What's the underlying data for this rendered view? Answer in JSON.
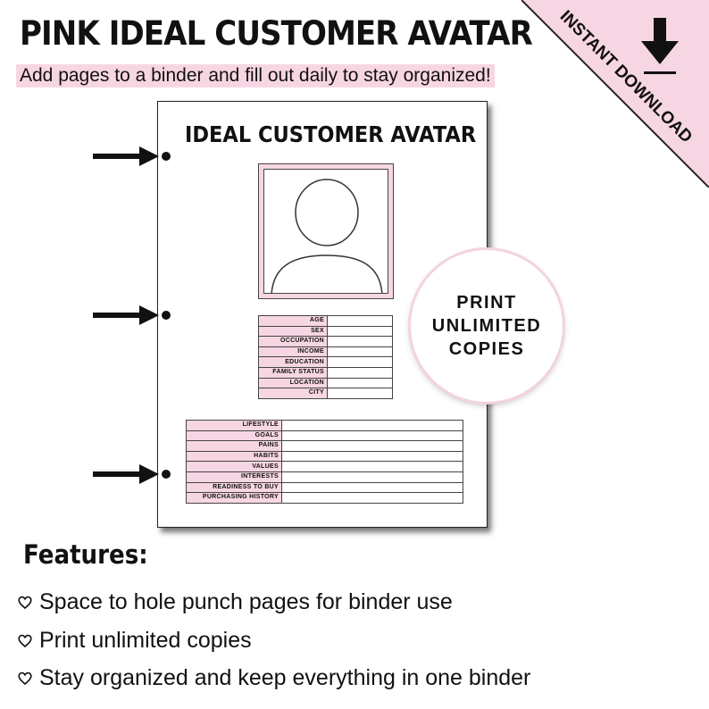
{
  "header": {
    "title": "PINK IDEAL CUSTOMER AVATAR",
    "subtitle": "Add pages to a binder and fill out daily to stay organized!"
  },
  "corner_banner": {
    "text": "INSTANT DOWNLOAD",
    "icon": "download-arrow-icon",
    "color": "#f7d6e3"
  },
  "sheet": {
    "title": "IDEAL CUSTOMER AVATAR",
    "info_fields": [
      "AGE",
      "SEX",
      "OCCUPATION",
      "INCOME",
      "EDUCATION",
      "FAMILY STATUS",
      "LOCATION",
      "CITY"
    ],
    "detail_fields": [
      "LIFESTYLE",
      "GOALS",
      "PAINS",
      "HABITS",
      "VALUES",
      "INTERESTS",
      "READINESS TO BUY",
      "PURCHASING HISTORY"
    ]
  },
  "badge": {
    "lines": [
      "PRINT",
      "UNLIMITED",
      "COPIES"
    ]
  },
  "features": {
    "heading": "Features:",
    "items": [
      "Space to hole punch pages for binder use",
      "Print unlimited copies",
      "Stay organized and keep everything in one binder"
    ]
  },
  "colors": {
    "accent_pink": "#f7d6e3",
    "ink": "#111111"
  }
}
